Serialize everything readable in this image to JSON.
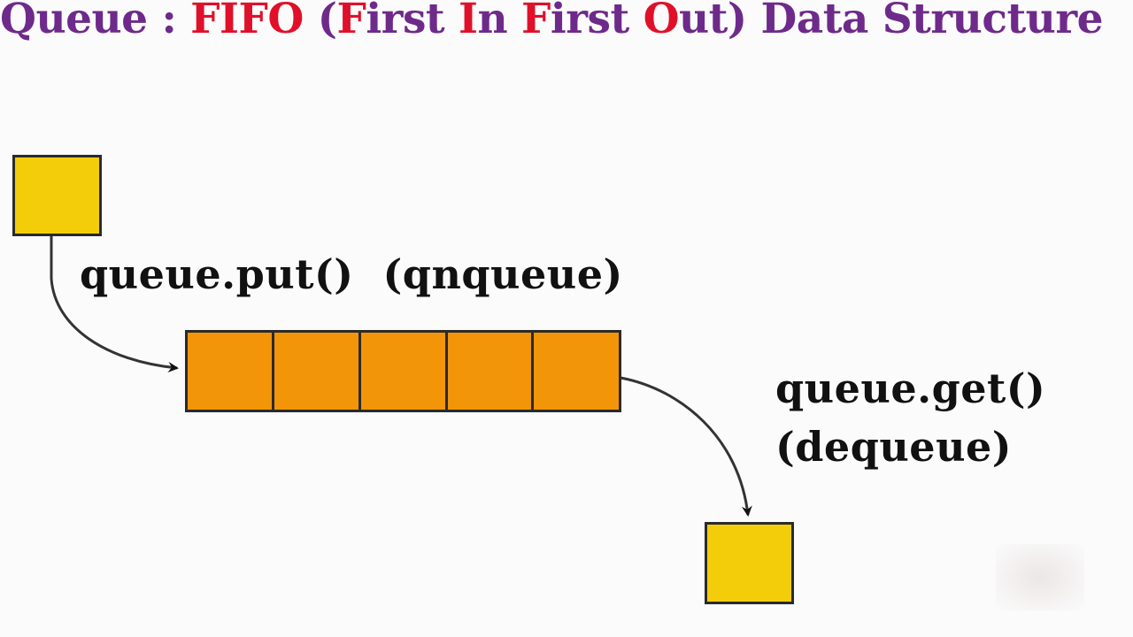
{
  "title": {
    "prefix": "Queue : ",
    "parts": [
      {
        "text": "FIFO",
        "color": "#e0102a"
      },
      {
        "text": " (",
        "color": "#6e2a8a"
      },
      {
        "text": "F",
        "color": "#e0102a"
      },
      {
        "text": "irst ",
        "color": "#6e2a8a"
      },
      {
        "text": "I",
        "color": "#e0102a"
      },
      {
        "text": "n ",
        "color": "#6e2a8a"
      },
      {
        "text": "F",
        "color": "#e0102a"
      },
      {
        "text": "irst ",
        "color": "#6e2a8a"
      },
      {
        "text": "O",
        "color": "#e0102a"
      },
      {
        "text": "ut) Data Structure",
        "color": "#6e2a8a"
      }
    ],
    "full_text": "Queue : FIFO (First In First Out) Data Structure"
  },
  "diagram": {
    "input_item": {
      "color": "#f4cd0a"
    },
    "output_item": {
      "color": "#f4cd0a"
    },
    "queue": {
      "cell_count": 5,
      "cell_color": "#f29508"
    },
    "enqueue_label": "queue.put()  (qnqueue)",
    "dequeue_label_line1": "queue.get()",
    "dequeue_label_line2": "(dequeue)"
  },
  "colors": {
    "purple": "#6e2a8a",
    "red": "#e0102a",
    "yellow": "#f4cd0a",
    "orange": "#f29508",
    "outline": "#2a2a2a"
  }
}
